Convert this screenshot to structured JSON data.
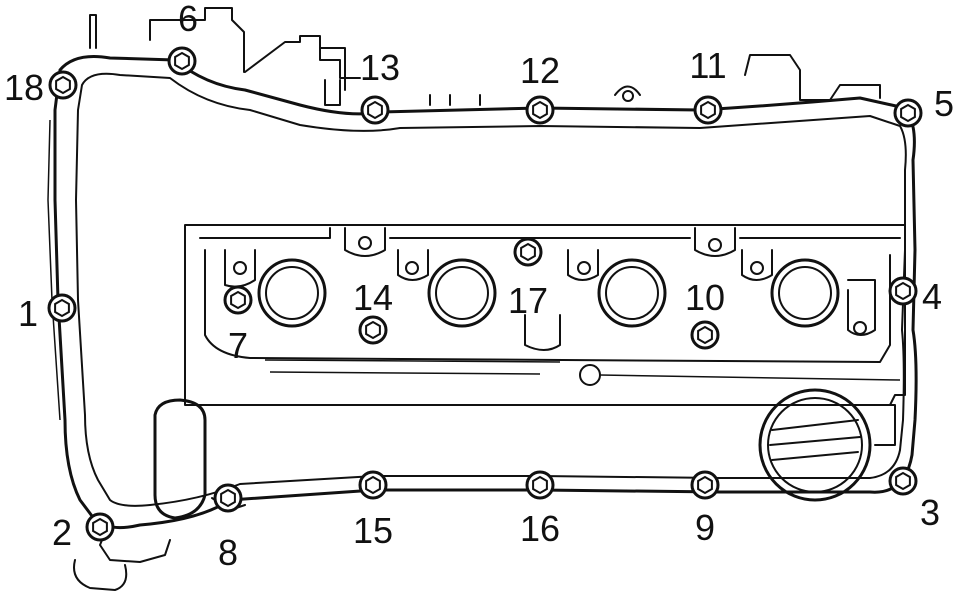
{
  "diagram": {
    "bolts": [
      {
        "label": "1"
      },
      {
        "label": "2"
      },
      {
        "label": "3"
      },
      {
        "label": "4"
      },
      {
        "label": "5"
      },
      {
        "label": "6"
      },
      {
        "label": "7"
      },
      {
        "label": "8"
      },
      {
        "label": "9"
      },
      {
        "label": "10"
      },
      {
        "label": "11"
      },
      {
        "label": "12"
      },
      {
        "label": "13"
      },
      {
        "label": "14"
      },
      {
        "label": "15"
      },
      {
        "label": "16"
      },
      {
        "label": "17"
      },
      {
        "label": "18"
      }
    ]
  }
}
